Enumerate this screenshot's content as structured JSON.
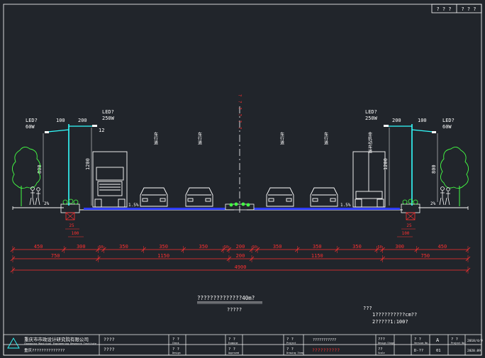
{
  "sheet": {
    "corner_left": "? ? ?",
    "corner_right": "? ? ?"
  },
  "lights": {
    "left_small": {
      "label": "LED?",
      "watt": "60W"
    },
    "left_big": {
      "label": "LED?",
      "watt": "250W"
    },
    "right_big": {
      "label": "LED?",
      "watt": "250W"
    },
    "right_small": {
      "label": "LED?",
      "watt": "60W"
    },
    "arm_100": "100",
    "arm_200": "200",
    "arm_12": "12",
    "height_800": "800",
    "height_1200": "1200",
    "center_marks": "? ? ? ? ? ?"
  },
  "lane_labels": {
    "left_a": "车行道",
    "left_b": "车行道",
    "right_a": "车行道",
    "right_b": "车行道",
    "bike_right": "非机动车道"
  },
  "slopes": {
    "left_walk": "2%",
    "left_road": "1.5%",
    "right_road": "1.5%",
    "right_walk": "2%"
  },
  "curb": {
    "dim_25": "25",
    "dim_100": "100"
  },
  "dims": {
    "row1": [
      "450",
      "300",
      "50",
      "350",
      "350",
      "350",
      "50",
      "200",
      "50",
      "350",
      "350",
      "350",
      "50",
      "300",
      "450"
    ],
    "row2": [
      "750",
      "1150",
      "200",
      "1150",
      "750"
    ],
    "total": "4900"
  },
  "notes": {
    "title": "??????????????40m?",
    "subtitle": "?????",
    "note_head": "???",
    "note_1": "1??????????cm??",
    "note_2": "2?????1:100?"
  },
  "titleblock": {
    "org_cn": "重庆市市政设计研究院有限公司",
    "org_en": "Chongqing Municipal Engineering Research Institute",
    "project_cn": "????",
    "company2": "重庆??????????????",
    "c_check": "? ?",
    "c_check_en": "Check",
    "c_design": "? ?",
    "c_design_en": "Design",
    "c_examine": "? ?",
    "c_examine_en": "Examine",
    "c_approve": "? ?",
    "c_approve_en": "Approved",
    "c_draw": "? ?",
    "c_draw_en": "Drawing Items",
    "c_project": "? ?",
    "c_project_en": "Project",
    "drawing_title": "??????????",
    "drawing_sub": "???????????",
    "c_stage": "???",
    "c_stage_en": "Design Stage",
    "c_scale": "??",
    "c_scale_en": "Scale",
    "c_ver": "? ?",
    "c_ver_en": "Version No.",
    "ver_val": "A",
    "c_no": "? ?",
    "c_no_en": "Project No.",
    "date_val": "2018/4/9",
    "sheet_no": "D-??",
    "sheet_no2": "01",
    "date2": "2020.09"
  }
}
